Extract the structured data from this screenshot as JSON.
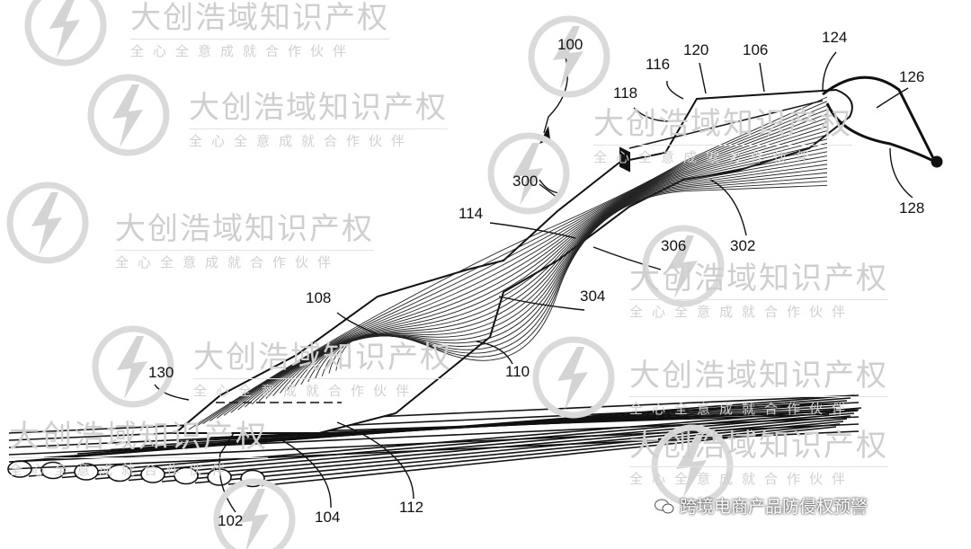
{
  "watermark": {
    "title": "大创浩域知识产权",
    "subtitle": "全心全意成就合作伙伴"
  },
  "wechat_account": "跨境电商产品防侵权预警",
  "reference_numerals": {
    "r100": "100",
    "r300": "300",
    "r116": "116",
    "r120": "120",
    "r106": "106",
    "r124": "124",
    "r126": "126",
    "r118": "118",
    "r128": "128",
    "r302": "302",
    "r114": "114",
    "r306": "306",
    "r108": "108",
    "r304": "304",
    "r110": "110",
    "r130": "130",
    "r102": "102",
    "r104": "104",
    "r112": "112"
  }
}
